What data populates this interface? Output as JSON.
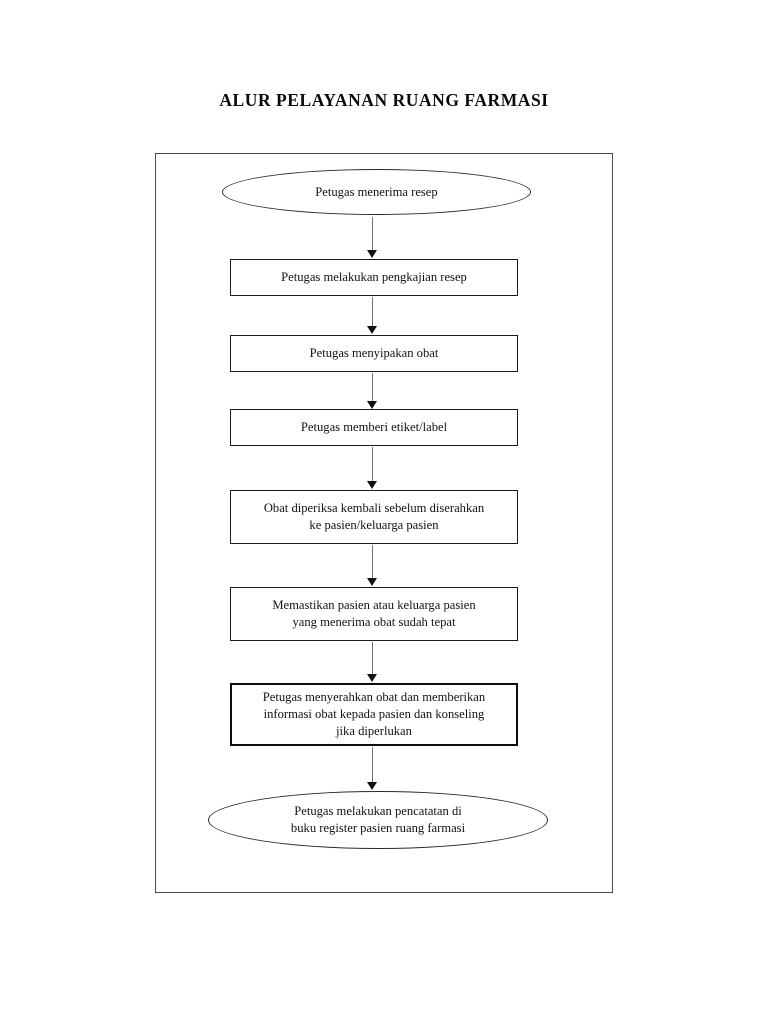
{
  "document": {
    "title": "ALUR PELAYANAN RUANG FARMASI"
  },
  "flowchart": {
    "orientation": "vertical-top-down",
    "colors": {
      "frame_border": "#4a4a4a",
      "box_border": "#1c1c1c",
      "ellipse_border": "#2a2a2a",
      "arrow_shaft": "#6e6e6e",
      "arrow_head": "#111111",
      "text": "#121212",
      "background": "#ffffff"
    },
    "nodes": [
      {
        "id": "n1",
        "shape": "ellipse",
        "label": "Petugas menerima resep",
        "lines": [
          "Petugas menerima resep"
        ]
      },
      {
        "id": "n2",
        "shape": "rectangle",
        "label": "Petugas melakukan pengkajian resep",
        "lines": [
          "Petugas melakukan pengkajian resep"
        ]
      },
      {
        "id": "n3",
        "shape": "rectangle",
        "label": "Petugas menyipakan obat",
        "lines": [
          "Petugas menyipakan obat"
        ]
      },
      {
        "id": "n4",
        "shape": "rectangle",
        "label": "Petugas memberi etiket/label",
        "lines": [
          "Petugas memberi etiket/label"
        ]
      },
      {
        "id": "n5",
        "shape": "rectangle",
        "label": "Obat diperiksa kembali sebelum diserahkan ke pasien/keluarga pasien",
        "lines": [
          "Obat diperiksa kembali sebelum diserahkan",
          "ke pasien/keluarga pasien"
        ]
      },
      {
        "id": "n6",
        "shape": "rectangle",
        "label": "Memastikan pasien atau keluarga pasien yang menerima obat sudah tepat",
        "lines": [
          "Memastikan pasien atau keluarga pasien",
          "yang menerima  obat sudah tepat"
        ]
      },
      {
        "id": "n7",
        "shape": "rectangle",
        "label": "Petugas menyerahkan obat dan memberikan informasi obat kepada pasien dan konseling jika diperlukan",
        "lines": [
          "Petugas menyerahkan obat dan memberikan",
          "informasi obat kepada pasien dan konseling",
          "jika diperlukan"
        ]
      },
      {
        "id": "n8",
        "shape": "ellipse",
        "label": "Petugas melakukan pencatatan di buku register pasien ruang farmasi",
        "lines": [
          "Petugas melakukan pencatatan di",
          "buku register pasien ruang farmasi"
        ]
      }
    ],
    "edges": [
      {
        "from": "n1",
        "to": "n2",
        "style": "arrow-down"
      },
      {
        "from": "n2",
        "to": "n3",
        "style": "arrow-down"
      },
      {
        "from": "n3",
        "to": "n4",
        "style": "arrow-down"
      },
      {
        "from": "n4",
        "to": "n5",
        "style": "arrow-down"
      },
      {
        "from": "n5",
        "to": "n6",
        "style": "arrow-down"
      },
      {
        "from": "n6",
        "to": "n7",
        "style": "arrow-down"
      },
      {
        "from": "n7",
        "to": "n8",
        "style": "arrow-down"
      }
    ]
  }
}
